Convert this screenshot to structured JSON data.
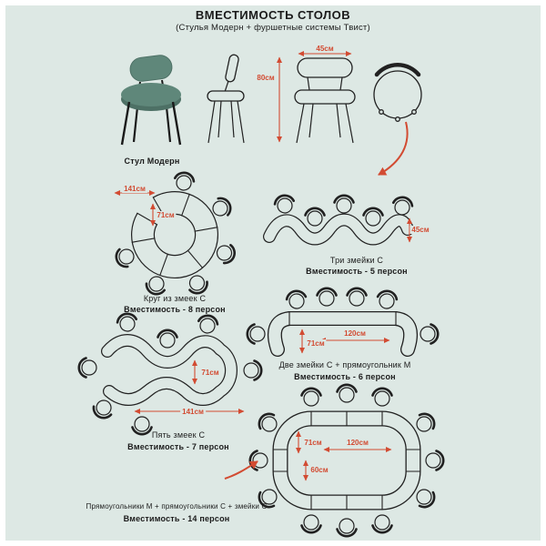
{
  "colors": {
    "background": "#dde8e4",
    "line": "#212121",
    "accent": "#d24b32",
    "seat": "#5f877a",
    "seat_dark": "#4d7065"
  },
  "header": {
    "title": "ВМЕСТИМОСТЬ СТОЛОВ",
    "subtitle": "(Стулья Модерн + фуршетные системы Твист)"
  },
  "chair": {
    "label": "Стул Модерн",
    "width": "45см",
    "height": "80см"
  },
  "sections": {
    "circle": {
      "name": "Круг из змеек С",
      "capacity": "Вместимость - 8 персон",
      "dim_diameter": "141см",
      "dim_inner": "71см"
    },
    "three_snakes": {
      "name": "Три змейки С",
      "capacity": "Вместимость - 5 персон",
      "dim_depth": "45см"
    },
    "two_snakes_rect": {
      "name": "Две змейки С + прямоугольник М",
      "capacity": "Вместимость - 6 персон",
      "dim_length": "120см",
      "dim_depth": "71см"
    },
    "five_snakes": {
      "name": "Пять змеек С",
      "capacity": "Вместимость - 7 персон",
      "dim_depth": "71см",
      "dim_length": "141см"
    },
    "banquet": {
      "name": "Прямоугольники М + прямоугольники С + змейки С",
      "capacity": "Вместимость - 14 персон",
      "dim_length": "120см",
      "dim_depth": "71см",
      "dim_width": "60см"
    }
  }
}
